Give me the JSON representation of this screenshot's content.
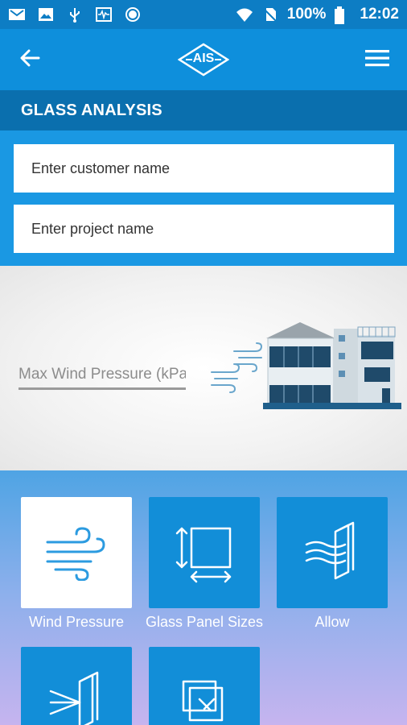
{
  "status_bar": {
    "battery": "100%",
    "time": "12:02",
    "left_icons": [
      "gmail-icon",
      "image-icon",
      "usb-icon",
      "waveform-icon",
      "record-icon"
    ],
    "right_icons": [
      "wifi-icon",
      "no-sim-icon",
      "battery-icon"
    ]
  },
  "app_bar": {
    "logo_text": "AIS",
    "back_icon": "arrow-left-icon",
    "menu_icon": "hamburger-icon"
  },
  "section": {
    "title": "GLASS ANALYSIS"
  },
  "form": {
    "customer_placeholder": "Enter customer name",
    "project_placeholder": "Enter project name"
  },
  "hero": {
    "pressure_placeholder": "Max Wind Pressure (kPa)",
    "illustration": "building-wind-illustration"
  },
  "tiles": [
    {
      "label": "Wind Pressure",
      "icon": "wind-icon",
      "active": true
    },
    {
      "label": "Glass Panel Sizes",
      "icon": "panel-size-icon",
      "active": false
    },
    {
      "label": "Allow",
      "icon": "glass-wind-icon",
      "active": false
    },
    {
      "label": "",
      "icon": "glass-impact-icon",
      "active": false
    },
    {
      "label": "",
      "icon": "glass-break-icon",
      "active": false
    }
  ],
  "colors": {
    "primary": "#0e8fdc",
    "section_bar": "#0a6fae",
    "tile": "#128ed8"
  }
}
